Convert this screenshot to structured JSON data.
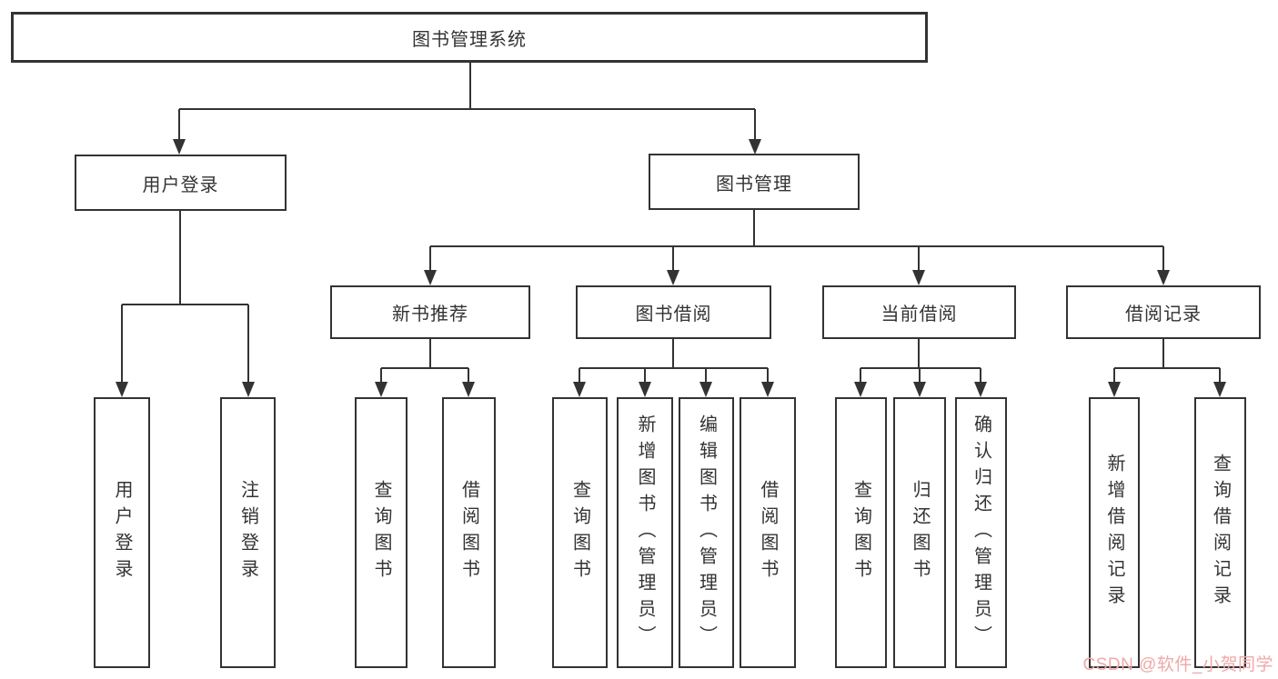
{
  "page": {
    "background": "#ffffff",
    "line_color": "#333333",
    "box_background": "#ffffff",
    "text_color": "#333333"
  },
  "diagram": {
    "root": {
      "label": "图书管理系统"
    },
    "branches": [
      {
        "label": "用户登录",
        "children": [
          {
            "label": "用户登录"
          },
          {
            "label": "注销登录"
          }
        ]
      },
      {
        "label": "图书管理",
        "children": [
          {
            "label": "新书推荐",
            "children": [
              {
                "label": "查询图书"
              },
              {
                "label": "借阅图书"
              }
            ]
          },
          {
            "label": "图书借阅",
            "children": [
              {
                "label": "查询图书"
              },
              {
                "label": "新增图书（管理员）"
              },
              {
                "label": "编辑图书（管理员）"
              },
              {
                "label": "借阅图书"
              }
            ]
          },
          {
            "label": "当前借阅",
            "children": [
              {
                "label": "查询图书"
              },
              {
                "label": "归还图书"
              },
              {
                "label": "确认归还（管理员）"
              }
            ]
          },
          {
            "label": "借阅记录",
            "children": [
              {
                "label": "新增借阅记录"
              },
              {
                "label": "查询借阅记录"
              }
            ]
          }
        ]
      }
    ]
  },
  "watermark": {
    "text": "CSDN @软件_小贺同学",
    "color": "#f0a8a8"
  }
}
